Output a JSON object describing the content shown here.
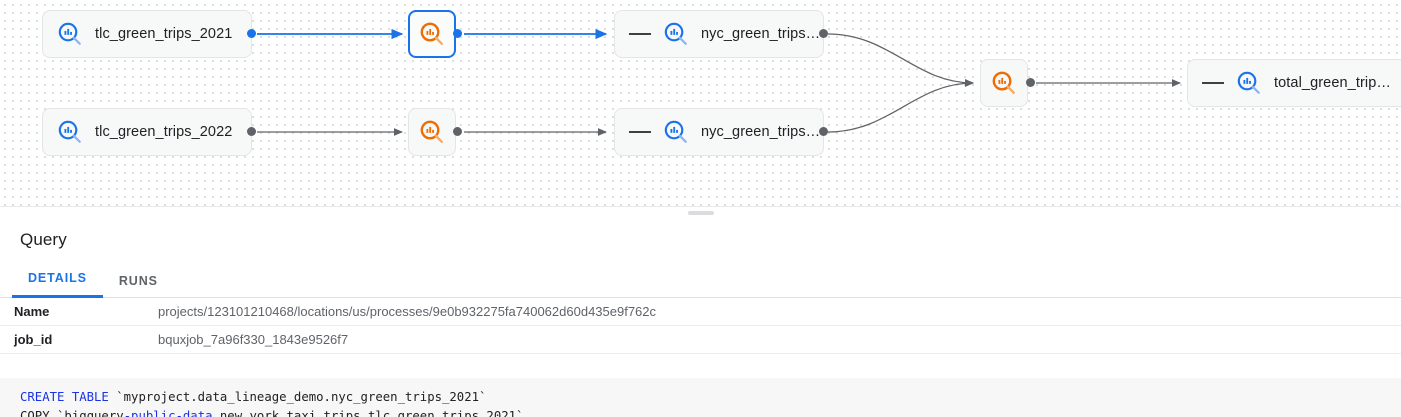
{
  "graph": {
    "nodes": [
      {
        "id": "n1",
        "kind": "table",
        "icon": "bigquery-table-icon-blue",
        "label": "tlc_green_trips_2021",
        "selected": false,
        "collapsed": false
      },
      {
        "id": "n2",
        "kind": "process",
        "icon": "bigquery-process-icon-orange",
        "label": "",
        "selected": true,
        "collapsed": false
      },
      {
        "id": "n3",
        "kind": "table",
        "icon": "bigquery-table-icon-blue",
        "label": "nyc_green_trips…",
        "selected": false,
        "collapsed": true
      },
      {
        "id": "n4",
        "kind": "table",
        "icon": "bigquery-table-icon-blue",
        "label": "tlc_green_trips_2022",
        "selected": false,
        "collapsed": false
      },
      {
        "id": "n5",
        "kind": "process",
        "icon": "bigquery-process-icon-orange",
        "label": "",
        "selected": false,
        "collapsed": false
      },
      {
        "id": "n6",
        "kind": "table",
        "icon": "bigquery-table-icon-blue",
        "label": "nyc_green_trips…",
        "selected": false,
        "collapsed": true
      },
      {
        "id": "n7",
        "kind": "process",
        "icon": "bigquery-process-icon-orange",
        "label": "",
        "selected": false,
        "collapsed": false
      },
      {
        "id": "n8",
        "kind": "table",
        "icon": "bigquery-table-icon-blue",
        "label": "total_green_trip…",
        "selected": false,
        "collapsed": true
      }
    ],
    "colors": {
      "edge_highlight": "#1a73e8",
      "edge_default": "#5f6368",
      "process_icon": "#ef6c00",
      "table_icon": "#1a73e8",
      "node_background": "#f7f8f8"
    }
  },
  "panel": {
    "title": "Query",
    "tabs": [
      {
        "id": "details",
        "label": "DETAILS",
        "active": true
      },
      {
        "id": "runs",
        "label": "RUNS",
        "active": false
      }
    ],
    "details": {
      "rows": [
        {
          "key": "Name",
          "value": "projects/123101210468/locations/us/processes/9e0b932275fa740062d60d435e9f762c"
        },
        {
          "key": "job_id",
          "value": "bquxjob_7a96f330_1843e9526f7"
        }
      ]
    },
    "code": {
      "lines": [
        [
          {
            "t": "CREATE TABLE",
            "c": "kw"
          },
          {
            "t": " `myproject.data_lineage_demo.nyc_green_trips_2021`",
            "c": ""
          }
        ],
        [
          {
            "t": "COPY `bigquery",
            "c": ""
          },
          {
            "t": "-public-data",
            "c": "kw"
          },
          {
            "t": ".new_york_taxi_trips.tlc_green_trips_2021`",
            "c": ""
          }
        ]
      ]
    }
  },
  "splitter": {
    "handle": "drag-handle"
  }
}
